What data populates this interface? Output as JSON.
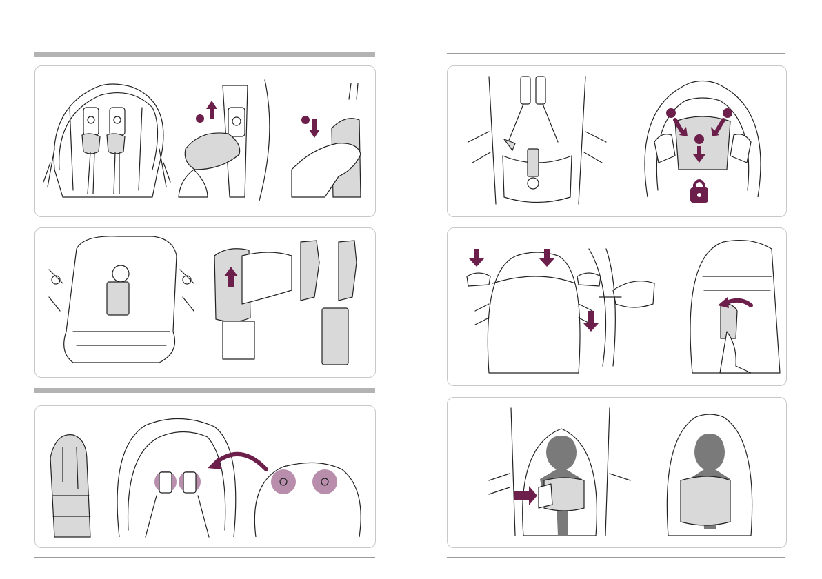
{
  "colors": {
    "accent": "#6b1f4a",
    "highlight": "#b98ead",
    "rule": "#b3b3b3",
    "panel_border": "#c8c8c8"
  },
  "icons": [
    "arrow-up-icon",
    "arrow-down-icon",
    "arrow-right-icon",
    "curved-arrow-icon",
    "lock-icon",
    "step-dot-icon"
  ],
  "left_page": {
    "sections": [
      {
        "panels": [
          "shoulder-pad-strap-seat",
          "shoulder-pad-release",
          "shoulder-pad-slide-down"
        ]
      },
      {
        "panels": [
          "crotch-pad-seat",
          "crotch-pad-slide",
          "pads-removed"
        ]
      },
      {
        "panels": [
          "footmuff",
          "footmuff-attach-seat",
          "footmuff-hood-points"
        ]
      }
    ]
  },
  "right_page": {
    "sections": [
      {
        "panels": [
          "harness-open-seat",
          "harness-lock"
        ]
      },
      {
        "panels": [
          "carrycot-press-buttons",
          "side-release",
          "fold-cover"
        ]
      },
      {
        "panels": [
          "child-insert-cover",
          "child-seated-cover"
        ]
      }
    ]
  }
}
